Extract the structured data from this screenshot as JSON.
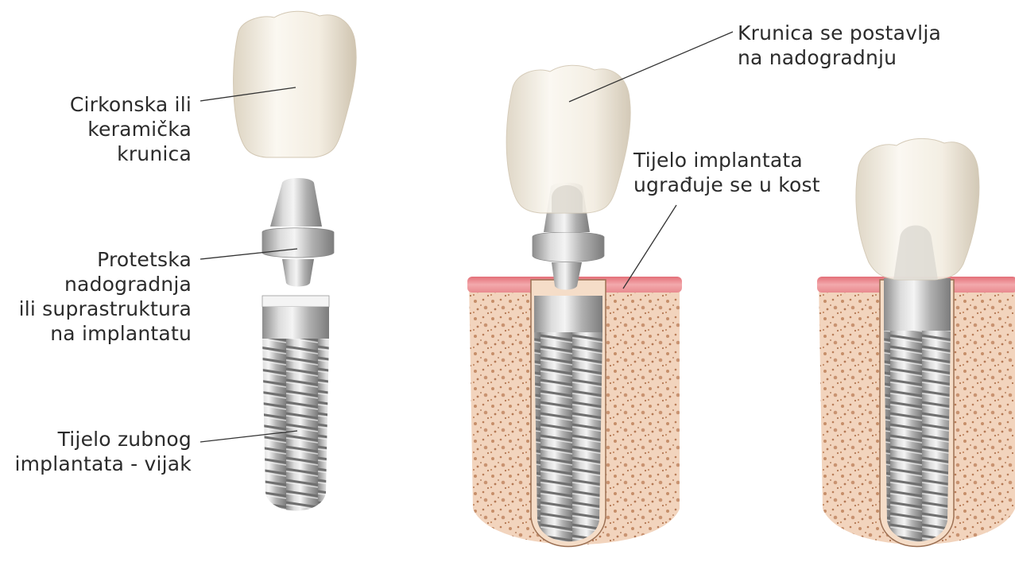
{
  "labels": {
    "crown": [
      "Cirkonska ili",
      "keramička",
      "krunica"
    ],
    "abutment": [
      "Protetska",
      "nadogradnja",
      "ili suprastruktura",
      "na implantatu"
    ],
    "implant_body": [
      "Tijelo zubnog",
      "implantata - vijak"
    ],
    "crown_placed": [
      "Krunica se postavlja",
      "na nadogradnju"
    ],
    "implant_in_bone": [
      "Tijelo implantata",
      "ugrađuje se u kost"
    ]
  },
  "colors": {
    "crown": "#f2ece0",
    "crown_shade": "#d9cfbd",
    "metal": "#b9b9b9",
    "metal_dark": "#8a8a8a",
    "gum": "#e77f86",
    "gum_light": "#f4b3b3",
    "bone": "#f1d2bb",
    "bone_dots": "#c8936f",
    "leader_line": "#333333"
  }
}
